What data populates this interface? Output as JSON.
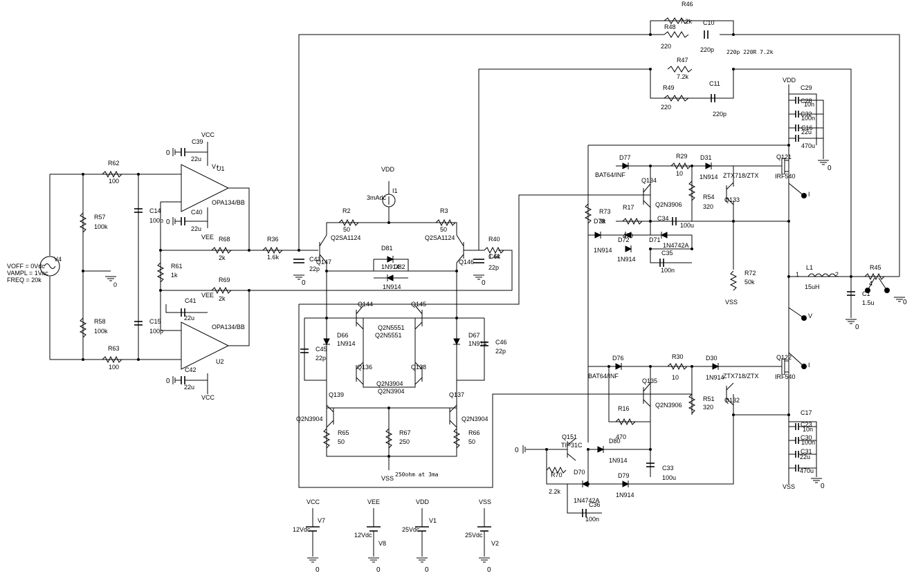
{
  "labels": [
    {
      "id": "R46",
      "text": "R46"
    },
    {
      "id": "R46v",
      "text": "7.2k"
    },
    {
      "id": "R48",
      "text": "R48"
    },
    {
      "id": "R48v",
      "text": "220"
    },
    {
      "id": "C10",
      "text": "C10"
    },
    {
      "id": "C10v",
      "text": "220p"
    },
    {
      "id": "note220",
      "text": "220p 220R 7.2k"
    },
    {
      "id": "R47",
      "text": "R47"
    },
    {
      "id": "R47v",
      "text": "7.2k"
    },
    {
      "id": "R49",
      "text": "R49"
    },
    {
      "id": "R49v",
      "text": "220"
    },
    {
      "id": "C11",
      "text": "C11"
    },
    {
      "id": "C11v",
      "text": "220p"
    },
    {
      "id": "VDDtop",
      "text": "VDD"
    },
    {
      "id": "C29",
      "text": "C29"
    },
    {
      "id": "C28",
      "text": "C28"
    },
    {
      "id": "C28v",
      "text": "10n"
    },
    {
      "id": "C32",
      "text": "C32"
    },
    {
      "id": "C32v",
      "text": "100n"
    },
    {
      "id": "C16",
      "text": "C16"
    },
    {
      "id": "C16v",
      "text": "22u"
    },
    {
      "id": "C29v",
      "text": "470u"
    },
    {
      "id": "VCCtop",
      "text": "VCC"
    },
    {
      "id": "C39",
      "text": "C39"
    },
    {
      "id": "C39v",
      "text": "22u"
    },
    {
      "id": "U1",
      "text": "U1"
    },
    {
      "id": "U1v",
      "text": "V+"
    },
    {
      "id": "R62",
      "text": "R62"
    },
    {
      "id": "R62v",
      "text": "100"
    },
    {
      "id": "R57",
      "text": "R57"
    },
    {
      "id": "R57v",
      "text": "100k"
    },
    {
      "id": "C14",
      "text": "C14"
    },
    {
      "id": "C14v",
      "text": "100p"
    },
    {
      "id": "C40",
      "text": "C40"
    },
    {
      "id": "C40v",
      "text": "22u"
    },
    {
      "id": "OPA1",
      "text": "OPA134/BB"
    },
    {
      "id": "VEE1",
      "text": "VEE"
    },
    {
      "id": "R68",
      "text": "R68"
    },
    {
      "id": "R68v",
      "text": "2k"
    },
    {
      "id": "R36",
      "text": "R36"
    },
    {
      "id": "R36v",
      "text": "1.6k"
    },
    {
      "id": "VOFF",
      "text": "VOFF = 0Vdc"
    },
    {
      "id": "VAMPL",
      "text": "VAMPL = 1Vac"
    },
    {
      "id": "FREQ",
      "text": "FREQ = 20k"
    },
    {
      "id": "V4",
      "text": "V4"
    },
    {
      "id": "R61",
      "text": "R61"
    },
    {
      "id": "R61v",
      "text": "1k"
    },
    {
      "id": "R69",
      "text": "R69"
    },
    {
      "id": "R69v",
      "text": "2k"
    },
    {
      "id": "VEE2",
      "text": "VEE"
    },
    {
      "id": "C41",
      "text": "C41"
    },
    {
      "id": "C41v",
      "text": "22u"
    },
    {
      "id": "R58",
      "text": "R58"
    },
    {
      "id": "R58v",
      "text": "100k"
    },
    {
      "id": "C15",
      "text": "C15"
    },
    {
      "id": "C15v",
      "text": "100p"
    },
    {
      "id": "OPA2",
      "text": "OPA134/BB"
    },
    {
      "id": "U2",
      "text": "U2"
    },
    {
      "id": "R63",
      "text": "R63"
    },
    {
      "id": "R63v",
      "text": "100"
    },
    {
      "id": "C42",
      "text": "C42"
    },
    {
      "id": "C42v",
      "text": "22u"
    },
    {
      "id": "VCCbot",
      "text": "VCC"
    },
    {
      "id": "VDDmid",
      "text": "VDD"
    },
    {
      "id": "I1",
      "text": "I1"
    },
    {
      "id": "I1v",
      "text": "3mAdc"
    },
    {
      "id": "R2",
      "text": "R2"
    },
    {
      "id": "R2v",
      "text": "50"
    },
    {
      "id": "R3",
      "text": "R3"
    },
    {
      "id": "R3v",
      "text": "50"
    },
    {
      "id": "Q2SA1",
      "text": "Q2SA1124"
    },
    {
      "id": "Q2SA2",
      "text": "Q2SA1124"
    },
    {
      "id": "C43",
      "text": "C43"
    },
    {
      "id": "C43v",
      "text": "22p"
    },
    {
      "id": "Q147",
      "text": "Q147"
    },
    {
      "id": "D81",
      "text": "D81"
    },
    {
      "id": "D81v",
      "text": "1N914"
    },
    {
      "id": "D82",
      "text": "D82"
    },
    {
      "id": "D82v",
      "text": "1N914"
    },
    {
      "id": "Q146",
      "text": "Q146"
    },
    {
      "id": "R40",
      "text": "R40"
    },
    {
      "id": "R40v",
      "text": "1.6k"
    },
    {
      "id": "C44",
      "text": "C44"
    },
    {
      "id": "C44v",
      "text": "22p"
    },
    {
      "id": "Q144",
      "text": "Q144"
    },
    {
      "id": "Q145",
      "text": "Q145"
    },
    {
      "id": "Q2N5551a",
      "text": "Q2N5551"
    },
    {
      "id": "Q2N5551b",
      "text": "Q2N5551"
    },
    {
      "id": "D66",
      "text": "D66"
    },
    {
      "id": "D66v",
      "text": "1N914"
    },
    {
      "id": "D67",
      "text": "D67"
    },
    {
      "id": "D67v",
      "text": "1N914"
    },
    {
      "id": "C45",
      "text": "C45"
    },
    {
      "id": "C45v",
      "text": "22p"
    },
    {
      "id": "C46",
      "text": "C46"
    },
    {
      "id": "C46v",
      "text": "22p"
    },
    {
      "id": "Q136",
      "text": "Q136"
    },
    {
      "id": "Q138",
      "text": "Q138"
    },
    {
      "id": "Q2N3904a",
      "text": "Q2N3904"
    },
    {
      "id": "Q2N3904b",
      "text": "Q2N3904"
    },
    {
      "id": "Q139",
      "text": "Q139"
    },
    {
      "id": "Q137",
      "text": "Q137"
    },
    {
      "id": "Q2N3904c",
      "text": "Q2N3904"
    },
    {
      "id": "Q2N3904d",
      "text": "Q2N3904"
    },
    {
      "id": "R65",
      "text": "R65"
    },
    {
      "id": "R65v",
      "text": "50"
    },
    {
      "id": "R67",
      "text": "R67"
    },
    {
      "id": "R67v",
      "text": "250"
    },
    {
      "id": "R66",
      "text": "R66"
    },
    {
      "id": "R66v",
      "text": "50"
    },
    {
      "id": "note250",
      "text": "250ohm at 3ma"
    },
    {
      "id": "VSSmid",
      "text": "VSS"
    },
    {
      "id": "D77",
      "text": "D77"
    },
    {
      "id": "BAT1",
      "text": "BAT64/INF"
    },
    {
      "id": "R29",
      "text": "R29"
    },
    {
      "id": "R29v",
      "text": "10"
    },
    {
      "id": "D31",
      "text": "D31"
    },
    {
      "id": "D31v",
      "text": "1N914"
    },
    {
      "id": "ZTX1",
      "text": "ZTX718/ZTX"
    },
    {
      "id": "Q121",
      "text": "Q121"
    },
    {
      "id": "IRF1",
      "text": "IRF540"
    },
    {
      "id": "Q134",
      "text": "Q134"
    },
    {
      "id": "Q2N3906a",
      "text": "Q2N3906"
    },
    {
      "id": "R54",
      "text": "R54"
    },
    {
      "id": "R54v",
      "text": "320"
    },
    {
      "id": "Q133",
      "text": "Q133"
    },
    {
      "id": "R73",
      "text": "R73"
    },
    {
      "id": "R73v",
      "text": "3k"
    },
    {
      "id": "R17",
      "text": "R17"
    },
    {
      "id": "C34",
      "text": "C34"
    },
    {
      "id": "C34v",
      "text": "100u"
    },
    {
      "id": "D78",
      "text": "D78"
    },
    {
      "id": "D72",
      "text": "D72"
    },
    {
      "id": "D72r",
      "text": "470"
    },
    {
      "id": "D71",
      "text": "D71"
    },
    {
      "id": "D71v",
      "text": "1N4742A"
    },
    {
      "id": "N914a",
      "text": "1N914"
    },
    {
      "id": "N914b",
      "text": "1N914"
    },
    {
      "id": "C35",
      "text": "C35"
    },
    {
      "id": "C35v",
      "text": "100n"
    },
    {
      "id": "R72",
      "text": "R72"
    },
    {
      "id": "R72v",
      "text": "50k"
    },
    {
      "id": "VSSr",
      "text": "VSS"
    },
    {
      "id": "L1",
      "text": "L1"
    },
    {
      "id": "L1v",
      "text": "15uH"
    },
    {
      "id": "pin1",
      "text": "1"
    },
    {
      "id": "pin2",
      "text": "2"
    },
    {
      "id": "C1",
      "text": "C1"
    },
    {
      "id": "C1v",
      "text": "1.5u"
    },
    {
      "id": "R45",
      "text": "R45"
    },
    {
      "id": "R45v",
      "text": "4"
    },
    {
      "id": "probeI1",
      "text": "I"
    },
    {
      "id": "probeV",
      "text": "V"
    },
    {
      "id": "probeI2",
      "text": "I"
    },
    {
      "id": "D76",
      "text": "D76"
    },
    {
      "id": "BAT2",
      "text": "BAT64/INF"
    },
    {
      "id": "R30",
      "text": "R30"
    },
    {
      "id": "R30v",
      "text": "10"
    },
    {
      "id": "D30",
      "text": "D30"
    },
    {
      "id": "D30v",
      "text": "1N914"
    },
    {
      "id": "ZTX2",
      "text": "ZTX718/ZTX"
    },
    {
      "id": "Q122",
      "text": "Q122"
    },
    {
      "id": "IRF2",
      "text": "IRF540"
    },
    {
      "id": "Q135",
      "text": "Q135"
    },
    {
      "id": "Q2N3906b",
      "text": "Q2N3906"
    },
    {
      "id": "R51",
      "text": "R51"
    },
    {
      "id": "R51v",
      "text": "320"
    },
    {
      "id": "Q132",
      "text": "Q132"
    },
    {
      "id": "R16",
      "text": "R16"
    },
    {
      "id": "R16v",
      "text": "470"
    },
    {
      "id": "Q151",
      "text": "Q151"
    },
    {
      "id": "TIP",
      "text": "TIP31C"
    },
    {
      "id": "D80",
      "text": "D80"
    },
    {
      "id": "D80v",
      "text": "1N914"
    },
    {
      "id": "C33",
      "text": "C33"
    },
    {
      "id": "C33v",
      "text": "100u"
    },
    {
      "id": "R70",
      "text": "R70"
    },
    {
      "id": "R70v",
      "text": "2.2k"
    },
    {
      "id": "D70",
      "text": "D70"
    },
    {
      "id": "D70v",
      "text": "1N4742A"
    },
    {
      "id": "D79",
      "text": "D79"
    },
    {
      "id": "D79v",
      "text": "1N914"
    },
    {
      "id": "C36",
      "text": "C36"
    },
    {
      "id": "C36v",
      "text": "100n"
    },
    {
      "id": "C17",
      "text": "C17"
    },
    {
      "id": "C23",
      "text": "C23"
    },
    {
      "id": "C23v",
      "text": "10n"
    },
    {
      "id": "C30",
      "text": "C30"
    },
    {
      "id": "C30v",
      "text": "100n"
    },
    {
      "id": "C31",
      "text": "C31"
    },
    {
      "id": "C31v",
      "text": "22u"
    },
    {
      "id": "C17v",
      "text": "470u"
    },
    {
      "id": "VSSbr",
      "text": "VSS"
    },
    {
      "id": "VCCs",
      "text": "VCC"
    },
    {
      "id": "V7",
      "text": "V7"
    },
    {
      "id": "V7v",
      "text": "12Vdc"
    },
    {
      "id": "VEEs",
      "text": "VEE"
    },
    {
      "id": "V8",
      "text": "V8"
    },
    {
      "id": "V8v",
      "text": "12Vdc"
    },
    {
      "id": "VDDs",
      "text": "VDD"
    },
    {
      "id": "V1",
      "text": "V1"
    },
    {
      "id": "V1v",
      "text": "25Vdc"
    },
    {
      "id": "VSSs",
      "text": "VSS"
    },
    {
      "id": "V2",
      "text": "V2"
    },
    {
      "id": "V2v",
      "text": "25Vdc"
    },
    {
      "id": "g0",
      "text": "0"
    }
  ],
  "ground_label": "0"
}
